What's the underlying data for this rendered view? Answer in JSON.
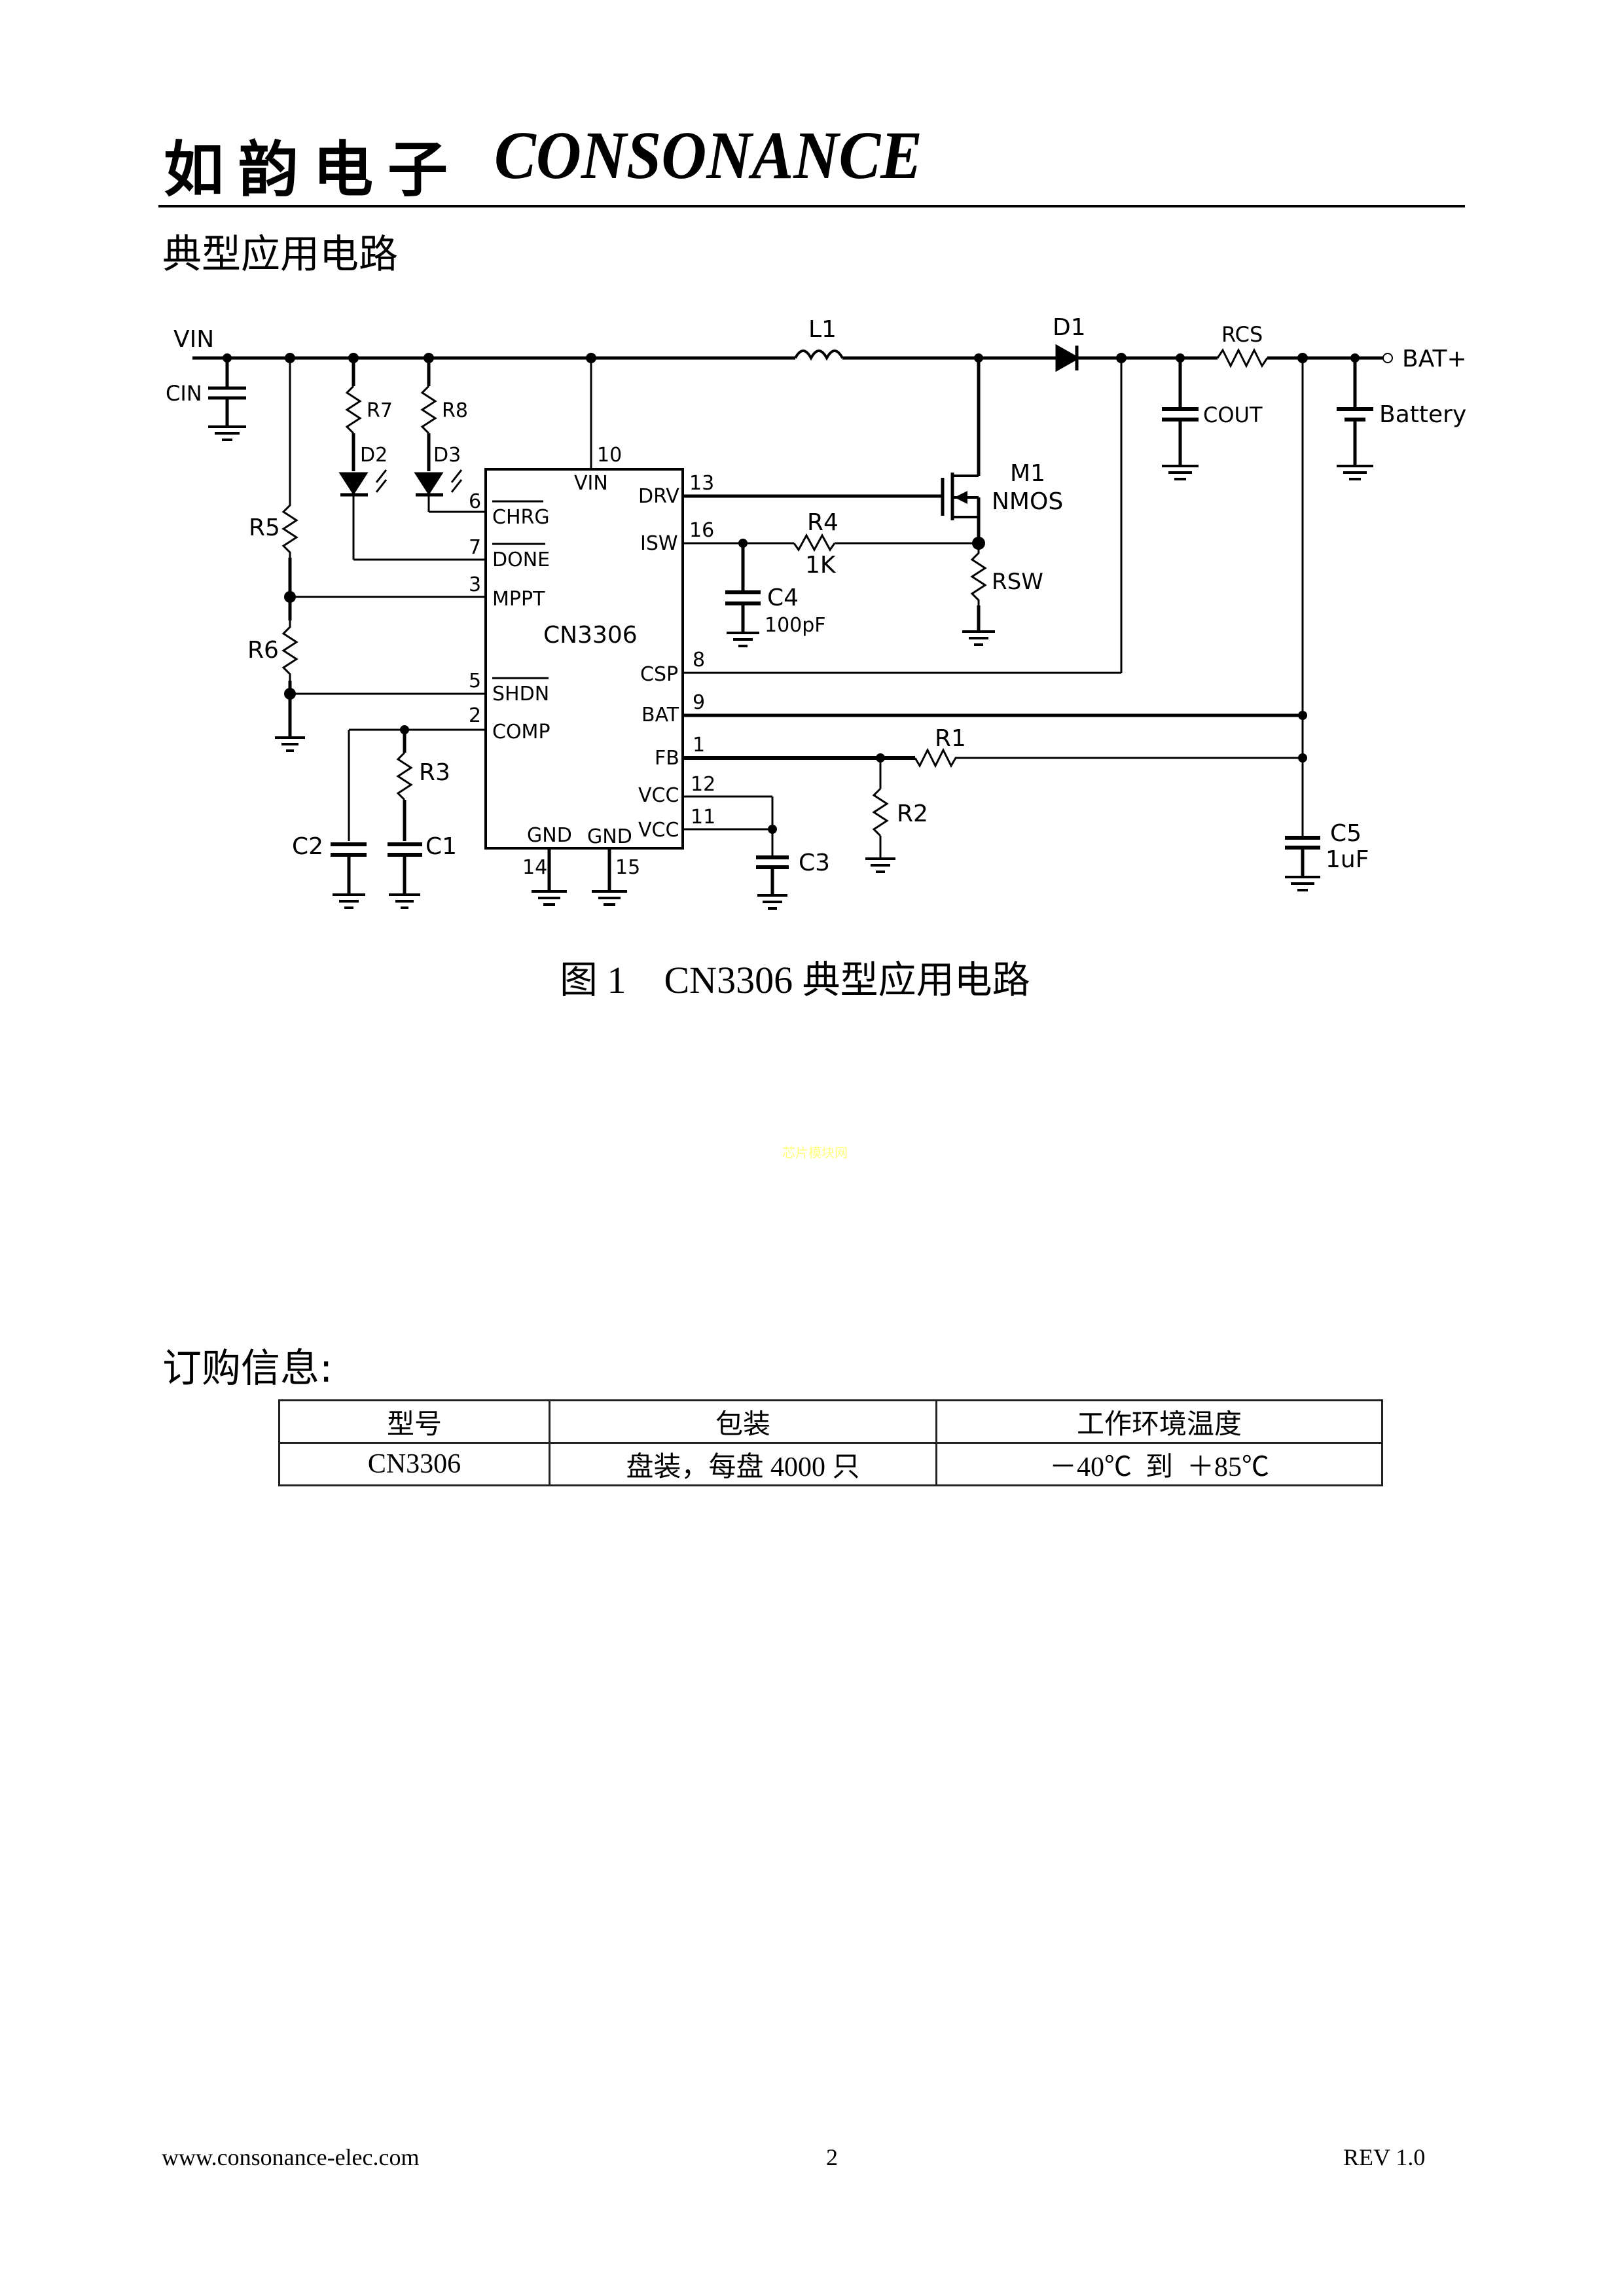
{
  "header": {
    "brand_cn": "如韵电子",
    "brand_en": "CONSONANCE"
  },
  "section_title": "典型应用电路",
  "schematic": {
    "chip": "CN3306",
    "net_labels": {
      "vin": "VIN",
      "bat_plus": "BAT+",
      "battery": "Battery"
    },
    "components": {
      "cin": "CIN",
      "cout": "COUT",
      "rcs": "RCS",
      "l1": "L1",
      "d1": "D1",
      "d2": "D2",
      "d3": "D3",
      "r1": "R1",
      "r2": "R2",
      "r3": "R3",
      "r4": "R4",
      "r4_value": "1K",
      "r5": "R5",
      "r6": "R6",
      "r7": "R7",
      "r8": "R8",
      "rsw": "RSW",
      "c1": "C1",
      "c2": "C2",
      "c3": "C3",
      "c4": "C4",
      "c4_value": "100pF",
      "c5": "C5",
      "c5_value": "1uF",
      "m1": "M1",
      "m1_type": "NMOS"
    },
    "pins": [
      {
        "num": "10",
        "name": "VIN"
      },
      {
        "num": "6",
        "name": "CHRG"
      },
      {
        "num": "7",
        "name": "DONE"
      },
      {
        "num": "3",
        "name": "MPPT"
      },
      {
        "num": "5",
        "name": "SHDN"
      },
      {
        "num": "2",
        "name": "COMP"
      },
      {
        "num": "13",
        "name": "DRV"
      },
      {
        "num": "16",
        "name": "ISW"
      },
      {
        "num": "8",
        "name": "CSP"
      },
      {
        "num": "9",
        "name": "BAT"
      },
      {
        "num": "1",
        "name": "FB"
      },
      {
        "num": "12",
        "name": "VCC"
      },
      {
        "num": "11",
        "name": "VCC"
      },
      {
        "num": "14",
        "name": "GND"
      },
      {
        "num": "15",
        "name": "GND"
      }
    ]
  },
  "figure_caption": "图 1    CN3306 典型应用电路",
  "watermark": "芯片模块网",
  "ordering": {
    "title": "订购信息:",
    "columns": [
      "型号",
      "包装",
      "工作环境温度"
    ],
    "rows": [
      [
        "CN3306",
        "盘装，每盘 4000 只",
        "－40℃  到  ＋85℃"
      ]
    ]
  },
  "footer": {
    "url": "www.consonance-elec.com",
    "page": "2",
    "rev": "REV 1.0"
  }
}
